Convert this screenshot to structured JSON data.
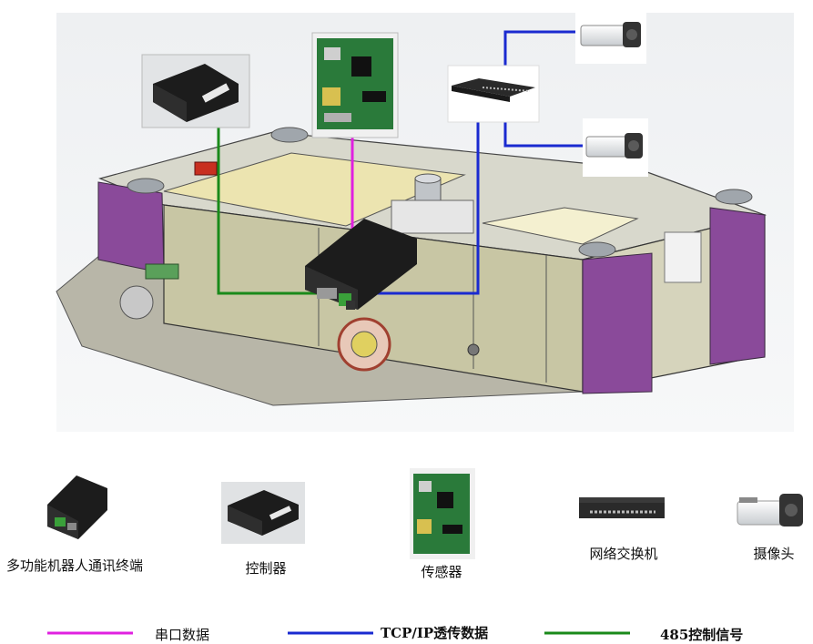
{
  "colors": {
    "serial": "#e020e0",
    "tcpip": "#1a2ad0",
    "rs485": "#1a8a1a",
    "body_purple": "#8a4a9a",
    "panel_olive": "#c8c6a4",
    "device_black": "#1c1c1c"
  },
  "devices": [
    {
      "label": "多功能机器人通讯终端",
      "icon": "multi-function-terminal-icon"
    },
    {
      "label": "控制器",
      "icon": "controller-icon"
    },
    {
      "label": "传感器",
      "icon": "sensor-board-icon"
    },
    {
      "label": "网络交换机",
      "icon": "network-switch-icon"
    },
    {
      "label": "摄像头",
      "icon": "camera-icon"
    }
  ],
  "legend": [
    {
      "label": "串口数据",
      "color": "#e020e0"
    },
    {
      "label": "TCP/IP透传数据",
      "color": "#1a2ad0"
    },
    {
      "label": "485控制信号",
      "color": "#1a8a1a"
    }
  ]
}
